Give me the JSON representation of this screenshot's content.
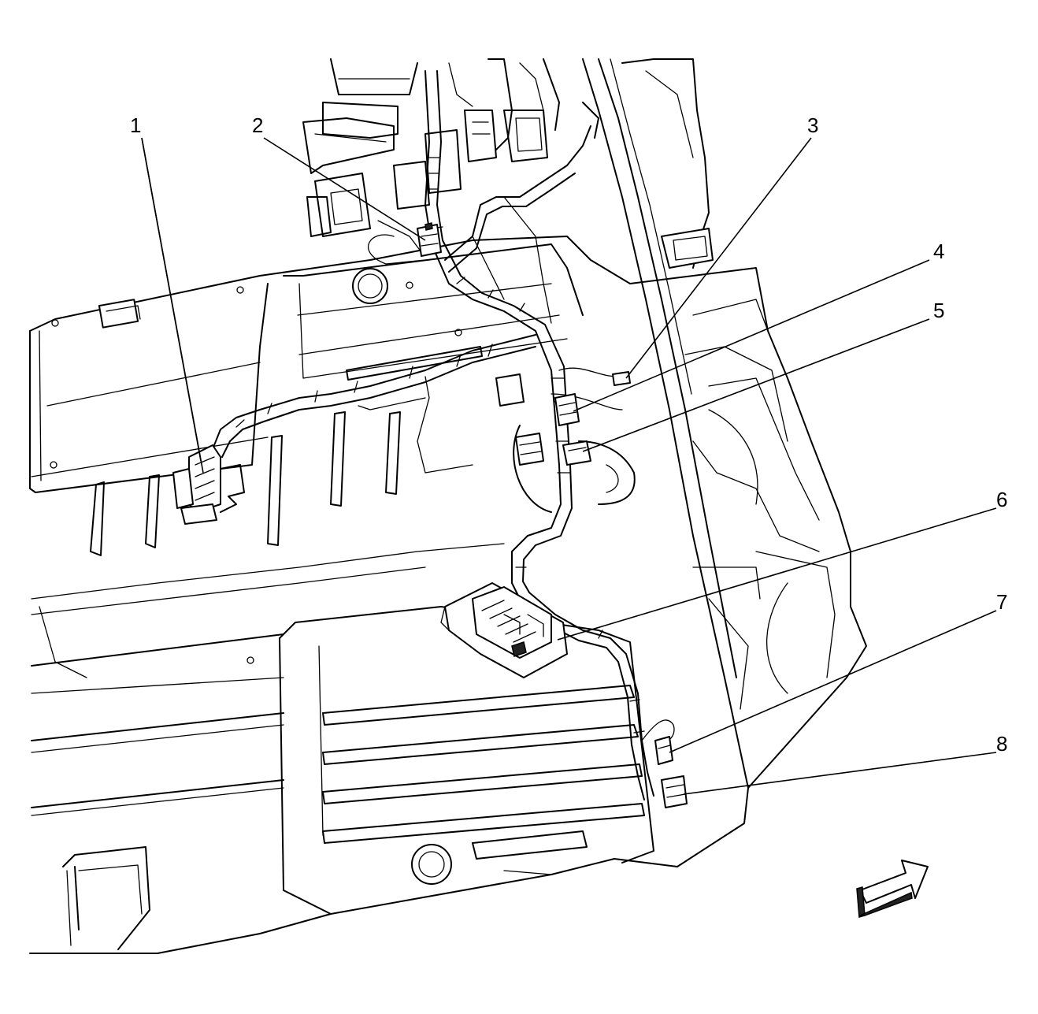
{
  "callouts": [
    {
      "id": "1",
      "label": "1"
    },
    {
      "id": "2",
      "label": "2"
    },
    {
      "id": "3",
      "label": "3"
    },
    {
      "id": "4",
      "label": "4"
    },
    {
      "id": "5",
      "label": "5"
    },
    {
      "id": "6",
      "label": "6"
    },
    {
      "id": "7",
      "label": "7"
    },
    {
      "id": "8",
      "label": "8"
    }
  ],
  "icons": {
    "direction": "forward-arrow-icon"
  },
  "colors": {
    "stroke": "#000000",
    "background": "#ffffff"
  }
}
